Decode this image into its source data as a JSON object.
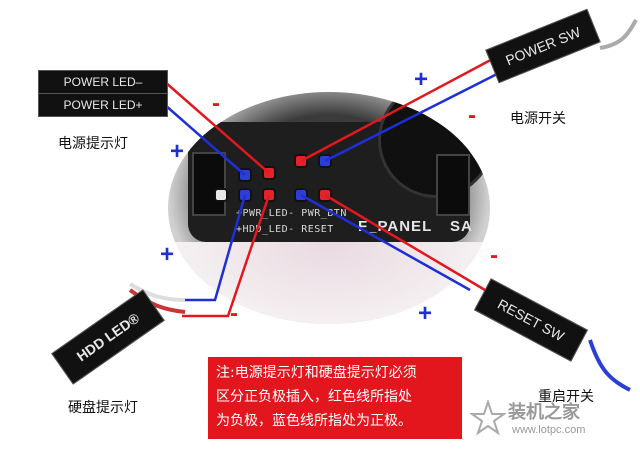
{
  "connectors": {
    "power_led_minus": "POWER LED–",
    "power_led_plus": "POWER LED+",
    "power_sw": "POWER SW",
    "reset_sw": "RESET SW",
    "hdd_led": "HDD LED®"
  },
  "labels": {
    "power_indicator": "电源提示灯",
    "power_switch": "电源开关",
    "reset_switch": "重启开关",
    "hdd_indicator": "硬盘提示灯"
  },
  "board": {
    "silk_top": "+PWR_LED- PWR_BTN",
    "silk_bottom": "+HDD_LED- RESET",
    "panel": "F_PANEL",
    "brand_fragment": "SA"
  },
  "signs": {
    "plus": "+",
    "minus": "-"
  },
  "note": {
    "lines": [
      "注:电源提示灯和硬盘提示灯必须",
      "区分正负极插入，红色线所指处",
      "为负极，蓝色线所指处为正极。"
    ]
  },
  "watermark": {
    "name": "装机之家",
    "url": "www.lotpc.com"
  },
  "colors": {
    "positive": "#1f2fd6",
    "negative": "#e1191f",
    "note_bg": "#e3161e"
  }
}
